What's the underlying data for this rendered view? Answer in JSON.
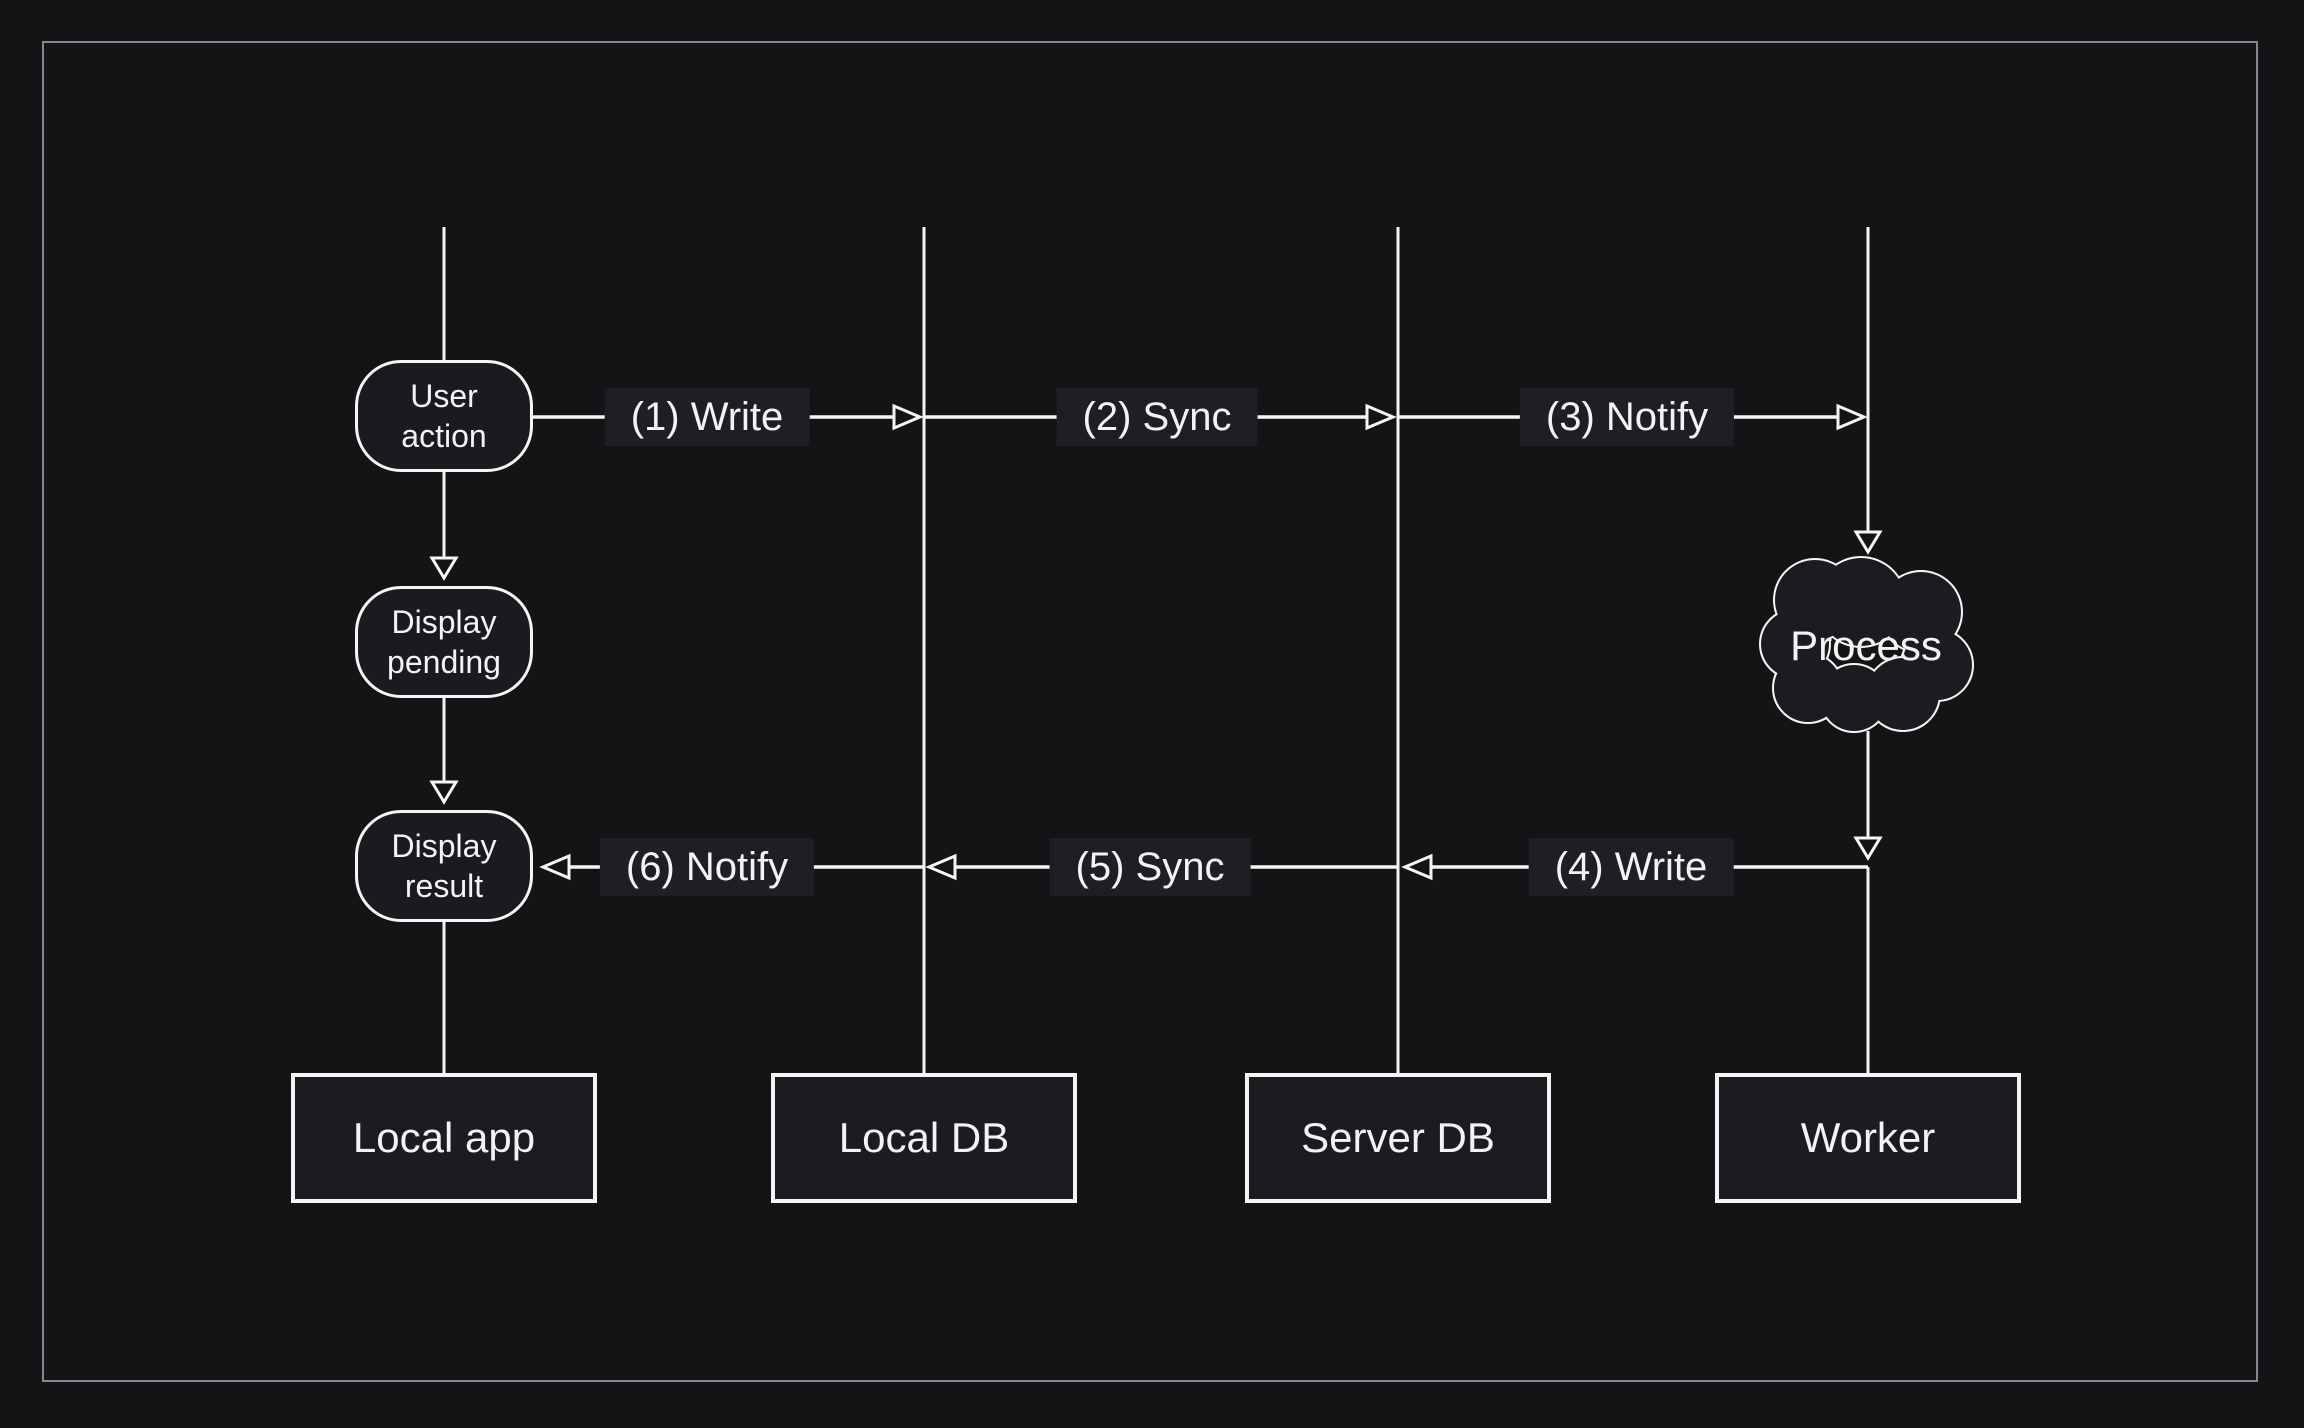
{
  "diagram": {
    "type": "sequence-flow",
    "colors": {
      "background": "#141417",
      "frame_border": "#85878c",
      "line": "#f5f5f6",
      "node_fill": "#1a1b1f",
      "label_chip_fill": "#1e1f24",
      "actor_box_fill": "#1b1c20",
      "text": "#f3f3f5"
    },
    "nodes": [
      {
        "id": "user-action",
        "label": "User action",
        "shape": "rounded"
      },
      {
        "id": "display-pending",
        "label": "Display pending",
        "shape": "rounded"
      },
      {
        "id": "display-result",
        "label": "Display result",
        "shape": "rounded"
      }
    ],
    "cloud": {
      "id": "process",
      "label": "Process",
      "shape": "cloud",
      "lane": "Worker"
    },
    "lanes": [
      {
        "id": "local-app",
        "label": "Local app"
      },
      {
        "id": "local-db",
        "label": "Local DB"
      },
      {
        "id": "server-db",
        "label": "Server DB"
      },
      {
        "id": "worker",
        "label": "Worker"
      }
    ],
    "messages": [
      {
        "step": 1,
        "label": "(1) Write",
        "from": "Local app",
        "to": "Local DB",
        "direction": "right"
      },
      {
        "step": 2,
        "label": "(2) Sync",
        "from": "Local DB",
        "to": "Server DB",
        "direction": "right"
      },
      {
        "step": 3,
        "label": "(3) Notify",
        "from": "Server DB",
        "to": "Worker",
        "direction": "right"
      },
      {
        "step": 4,
        "label": "(4) Write",
        "from": "Worker",
        "to": "Server DB",
        "direction": "left"
      },
      {
        "step": 5,
        "label": "(5) Sync",
        "from": "Server DB",
        "to": "Local DB",
        "direction": "left"
      },
      {
        "step": 6,
        "label": "(6) Notify",
        "from": "Local DB",
        "to": "Local app",
        "direction": "left"
      }
    ]
  }
}
